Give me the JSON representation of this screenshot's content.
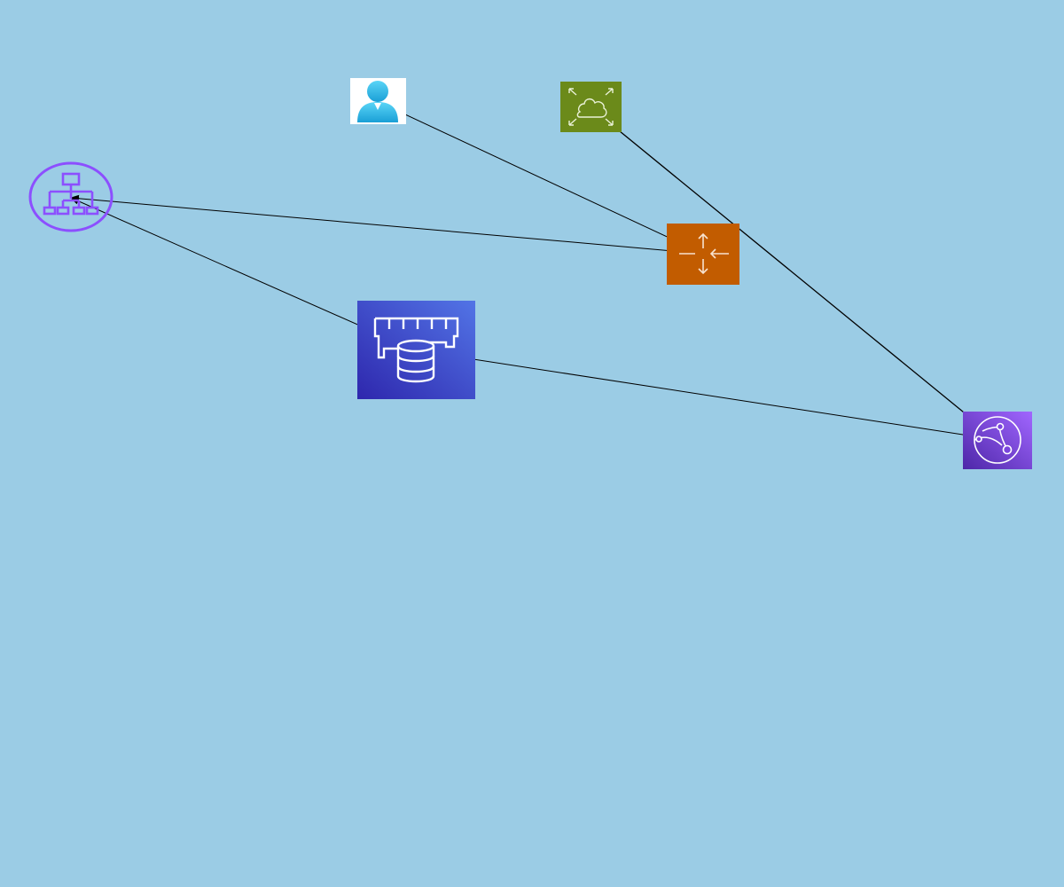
{
  "diagram": {
    "background": "#9bcce5",
    "nodes": [
      {
        "id": "user",
        "icon": "user-icon",
        "color": "#29b6e6"
      },
      {
        "id": "cloud",
        "icon": "cloud-expand-icon",
        "color": "#6b8a1a"
      },
      {
        "id": "hierarchy",
        "icon": "network-hierarchy-icon",
        "color": "#8c4fff"
      },
      {
        "id": "router",
        "icon": "router-arrows-icon",
        "color": "#c25c00"
      },
      {
        "id": "memdb",
        "icon": "memory-database-icon",
        "color": "#3d45c6"
      },
      {
        "id": "globe",
        "icon": "globe-nodes-icon",
        "color": "#6a3fbf"
      }
    ],
    "edges": [
      {
        "from": "router",
        "to": "user"
      },
      {
        "from": "router",
        "to": "hierarchy"
      },
      {
        "from": "cloud",
        "to": "globe"
      },
      {
        "from": "globe",
        "to": "memdb"
      },
      {
        "from": "memdb",
        "to": "hierarchy"
      }
    ]
  }
}
